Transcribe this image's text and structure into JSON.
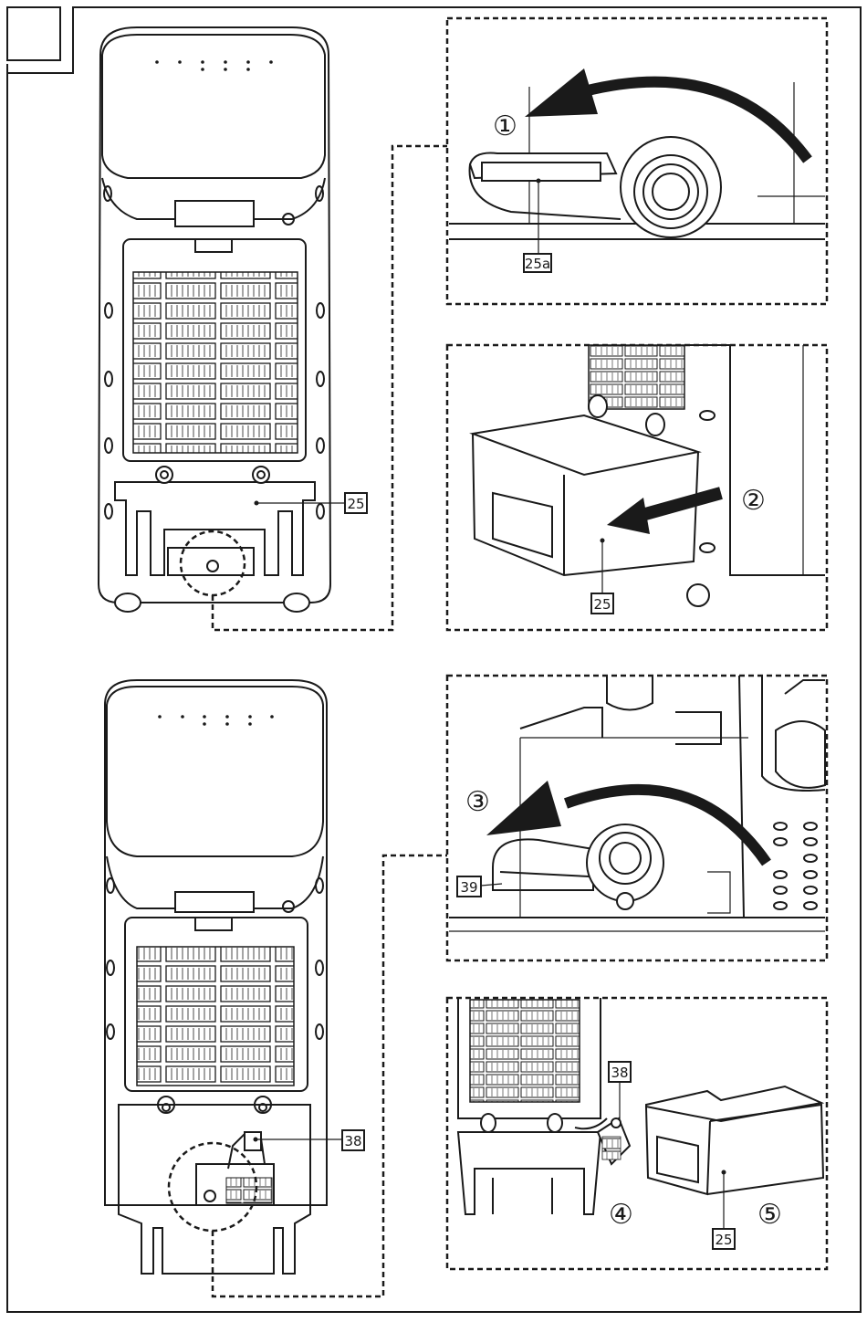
{
  "labels": {
    "part25": "25",
    "part25a": "25a",
    "part38": "38",
    "part39": "39"
  },
  "steps": [
    "①",
    "②",
    "③",
    "④",
    "⑤"
  ]
}
